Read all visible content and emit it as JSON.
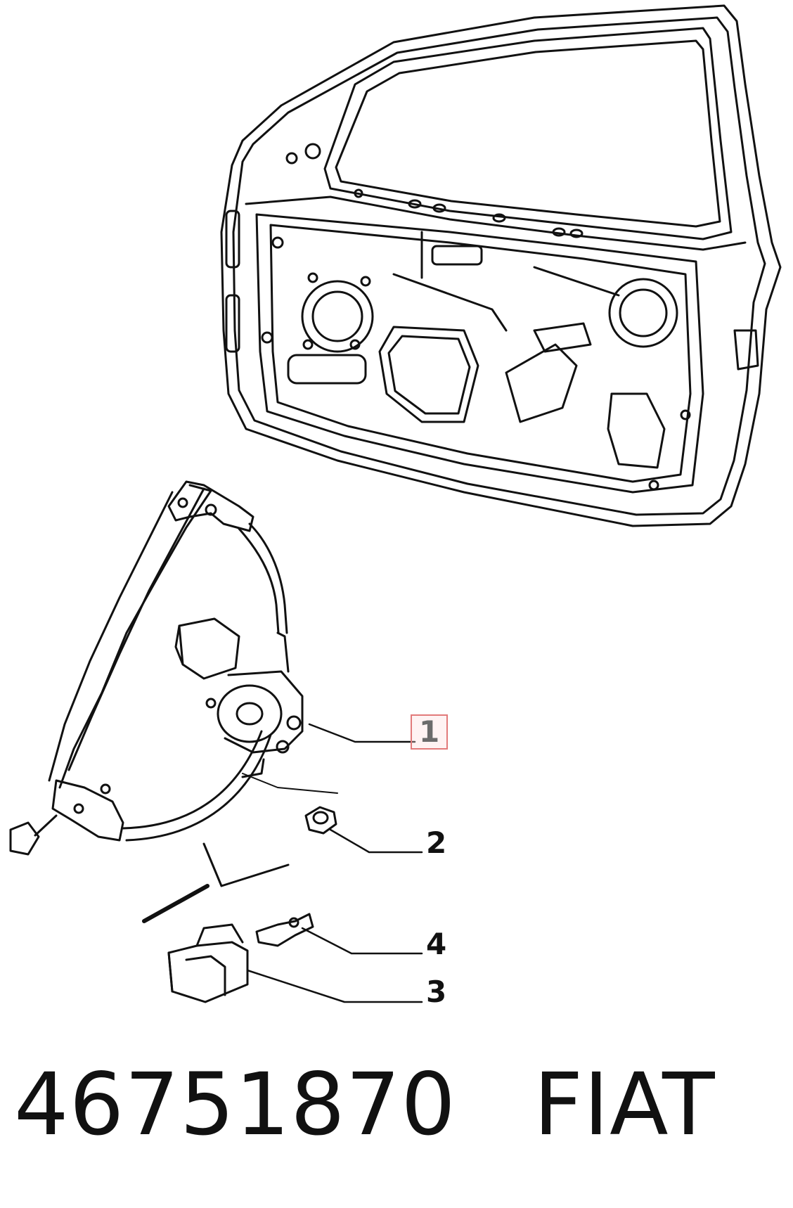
{
  "callouts": [
    {
      "id": "1",
      "label": "1",
      "highlighted": true
    },
    {
      "id": "2",
      "label": "2",
      "highlighted": false
    },
    {
      "id": "3",
      "label": "3",
      "highlighted": false
    },
    {
      "id": "4",
      "label": "4",
      "highlighted": false
    }
  ],
  "footer": {
    "part_number": "46751870",
    "brand": "FIAT"
  },
  "colors": {
    "ink": "#111111",
    "highlight_box": "#e27a7a"
  }
}
